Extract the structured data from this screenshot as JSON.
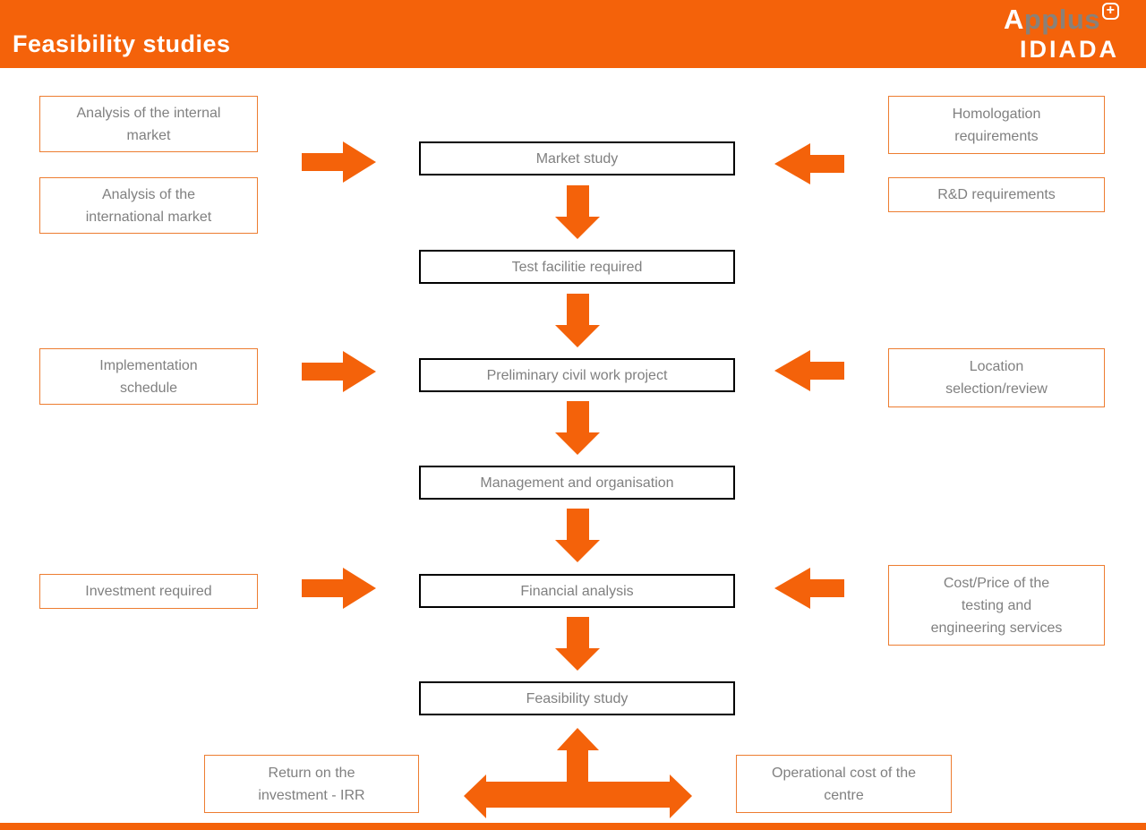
{
  "title": "Feasibility studies",
  "logo": {
    "line1_a": "A",
    "line1_rest": "pplus",
    "plus_glyph": "+",
    "line2": "IDIADA"
  },
  "colors": {
    "header_bg": "#F4620A",
    "arrow_orange": "#F4620A",
    "box_border_orange": "#ED7D31",
    "center_box_border": "#000000",
    "text_gray": "#808080",
    "logo_gray": "#8A8178",
    "title_white": "#FFFFFF"
  },
  "center_flow": {
    "items": [
      {
        "label": "Market study"
      },
      {
        "label": "Test facilitie required"
      },
      {
        "label": "Preliminary civil work project"
      },
      {
        "label": "Management and organisation"
      },
      {
        "label": "Financial analysis"
      },
      {
        "label": "Feasibility study"
      }
    ]
  },
  "left_inputs": {
    "items": [
      {
        "label": "Analysis of the internal\nmarket"
      },
      {
        "label": "Analysis of the\ninternational market"
      },
      {
        "label": "Implementation\nschedule"
      },
      {
        "label": "Investment required"
      }
    ]
  },
  "right_inputs": {
    "items": [
      {
        "label": "Homologation\nrequirements"
      },
      {
        "label": "R&D requirements"
      },
      {
        "label": "Location\nselection/review"
      },
      {
        "label": "Cost/Price of the\ntesting and\nengineering services"
      }
    ]
  },
  "outputs": {
    "items": [
      {
        "label": "Return on the\ninvestment - IRR"
      },
      {
        "label": "Operational cost of the\ncentre"
      }
    ]
  }
}
